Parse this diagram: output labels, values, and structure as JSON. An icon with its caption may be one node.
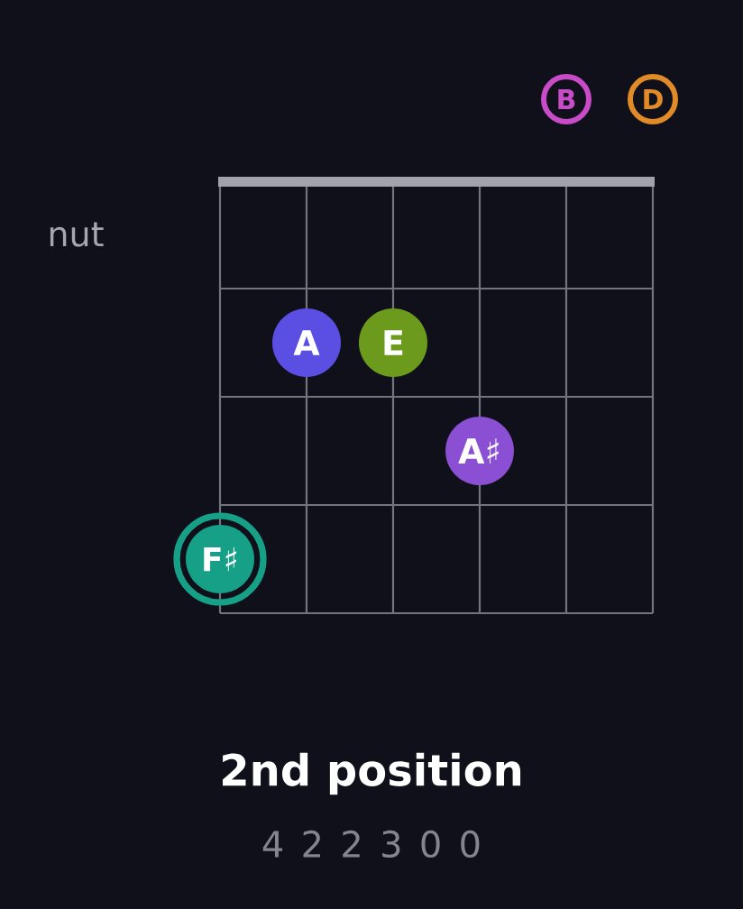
{
  "diagram": {
    "title": "2nd position",
    "nodes": [
      {
        "text": [
          "B"
        ]
      },
      {
        "text": [
          "D"
        ]
      },
      {
        "text": [
          "A"
        ]
      },
      {
        "text": [
          "E"
        ]
      },
      {
        "text": [
          "A♯"
        ]
      },
      {
        "text": [
          "F♯"
        ]
      }
    ],
    "labels": [
      "nut",
      "4 2 2 3 0 0"
    ]
  }
}
